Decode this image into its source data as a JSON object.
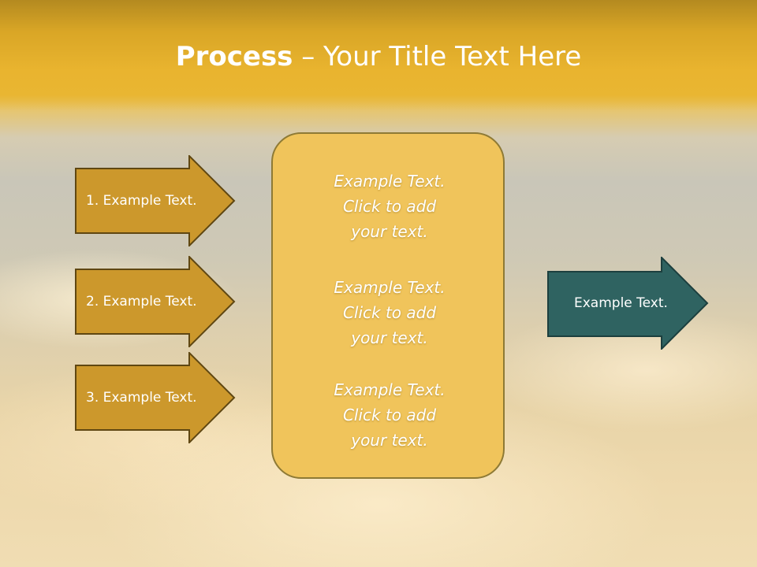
{
  "title": {
    "bold": "Process",
    "rest": " – Your Title Text Here"
  },
  "inputs": [
    {
      "label": "1. Example Text."
    },
    {
      "label": "2. Example Text."
    },
    {
      "label": "3. Example Text."
    }
  ],
  "center_blocks": [
    {
      "line1": "Example Text.",
      "line2": "Click  to add",
      "line3": "your text."
    },
    {
      "line1": "Example Text.",
      "line2": "Click  to add",
      "line3": "your text."
    },
    {
      "line1": "Example Text.",
      "line2": "Click  to add",
      "line3": "your text."
    }
  ],
  "output": {
    "label": "Example Text."
  },
  "colors": {
    "title_band": "#e9b42f",
    "input_arrow_fill": "#cc982c",
    "input_arrow_border": "#5f4712",
    "center_fill": "#f0c45b",
    "center_border": "#8e7a35",
    "output_arrow_fill": "#2f6361",
    "output_arrow_border": "#1c3f3e",
    "text": "#ffffff"
  }
}
